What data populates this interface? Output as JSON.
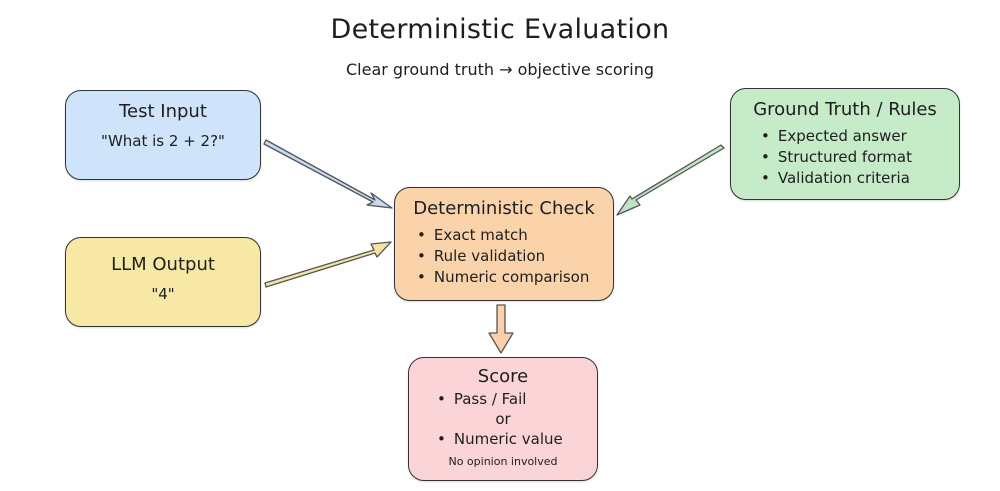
{
  "title": "Deterministic Evaluation",
  "subtitle": "Clear ground truth → objective scoring",
  "nodes": {
    "test_input": {
      "title": "Test Input",
      "text": "\"What is 2 + 2?\"",
      "color": "#cfe4fb"
    },
    "llm_output": {
      "title": "LLM Output",
      "text": "\"4\"",
      "color": "#f8e8a6"
    },
    "check": {
      "title": "Deterministic Check",
      "items": [
        "Exact match",
        "Rule validation",
        "Numeric comparison"
      ],
      "color": "#fad3ab"
    },
    "ground_truth": {
      "title": "Ground Truth / Rules",
      "items": [
        "Expected answer",
        "Structured format",
        "Validation criteria"
      ],
      "color": "#c5ebc9"
    },
    "score": {
      "title": "Score",
      "items": [
        "Pass / Fail",
        "Numeric value"
      ],
      "separator": "or",
      "note": "No opinion involved",
      "color": "#fbd4d8"
    }
  },
  "edges": [
    {
      "from": "test_input",
      "to": "check"
    },
    {
      "from": "llm_output",
      "to": "check"
    },
    {
      "from": "ground_truth",
      "to": "check"
    },
    {
      "from": "check",
      "to": "score"
    }
  ]
}
